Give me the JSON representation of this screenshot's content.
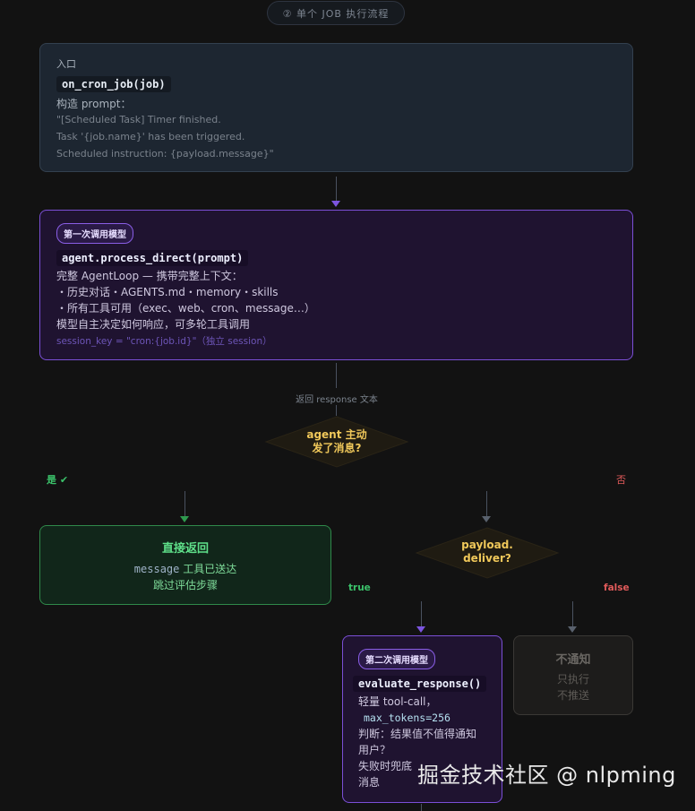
{
  "header": {
    "title": "② 单个 JOB 执行流程"
  },
  "entry": {
    "label": "入口",
    "code": "on_cron_job(job)",
    "prompt_label": "构造 prompt：",
    "lines": [
      "\"[Scheduled Task] Timer finished.",
      "Task '{job.name}' has been triggered.",
      "Scheduled instruction: {payload.message}\""
    ]
  },
  "first_call": {
    "tag": "第一次调用模型",
    "code": "agent.process_direct(prompt)",
    "lines": [
      "完整 AgentLoop — 携带完整上下文：",
      "・历史对话・AGENTS.md・memory・skills",
      "・所有工具可用（exec、web、cron、message…）",
      "模型自主决定如何响应，可多轮工具调用"
    ],
    "session_note": "session_key = \"cron:{job.id}\"（独立 session）"
  },
  "edge_label_response": "返回 response 文本",
  "decision1": {
    "line1": "agent 主动",
    "line2": "发了消息?"
  },
  "branch_yes": "是 ✔",
  "branch_no": "否",
  "direct_return": {
    "title": "直接返回",
    "code": "message",
    "line1_suffix": " 工具已送达",
    "line2": "跳过评估步骤"
  },
  "decision2": {
    "line1": "payload.",
    "line2": "deliver?"
  },
  "branch_true": "true",
  "branch_false": "false",
  "second_call": {
    "tag": "第二次调用模型",
    "code": "evaluate_response()",
    "line1": "轻量 tool-call，",
    "code2": "max_tokens=256",
    "line2": "判断：结果值不值得通知",
    "line3": "用户？",
    "line4": "失败时兜底",
    "line5": "消息"
  },
  "no_notify": {
    "title": "不通知",
    "line1": "只执行",
    "line2": "不推送"
  },
  "watermark": "掘金技术社区 @ nlpming",
  "colors": {
    "purple": "#7b4fd6",
    "green": "#2f8a4a",
    "yellow": "#f0c85a",
    "red": "#e05a5a"
  }
}
